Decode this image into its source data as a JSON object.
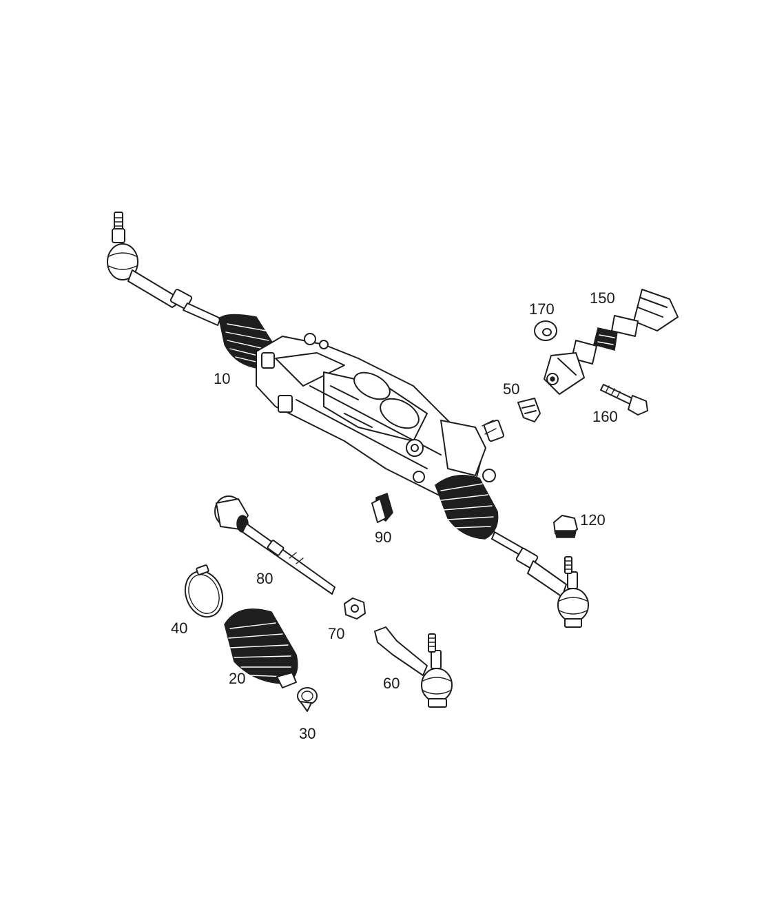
{
  "diagram": {
    "labels": {
      "p10": "10",
      "p20": "20",
      "p30": "30",
      "p40": "40",
      "p50": "50",
      "p60": "60",
      "p70": "70",
      "p80": "80",
      "p90": "90",
      "p120": "120",
      "p150": "150",
      "p160": "160",
      "p170": "170"
    }
  }
}
